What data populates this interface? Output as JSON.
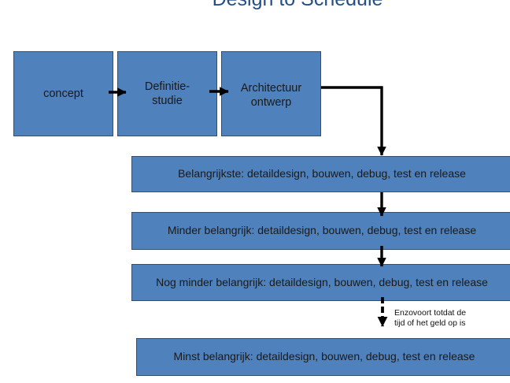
{
  "title": "Design to Schedule",
  "phases": {
    "concept": "concept",
    "definition_line1": "Definitie-",
    "definition_line2": "studie",
    "architecture_line1": "Architectuur",
    "architecture_line2": "ontwerp"
  },
  "stages": [
    "Belangrijkste: detaildesign, bouwen, debug, test en release",
    "Minder belangrijk: detaildesign, bouwen, debug, test en release",
    "Nog minder belangrijk: detaildesign, bouwen, debug, test en release",
    "Minst belangrijk: detaildesign, bouwen, debug, test en release"
  ],
  "note": {
    "line1": "Enzovoort totdat de",
    "line2": "tijd of het geld op is"
  },
  "colors": {
    "box_fill": "#4f81bd",
    "box_border": "#2f4f73",
    "title": "#244f86",
    "arrow": "#000000"
  }
}
